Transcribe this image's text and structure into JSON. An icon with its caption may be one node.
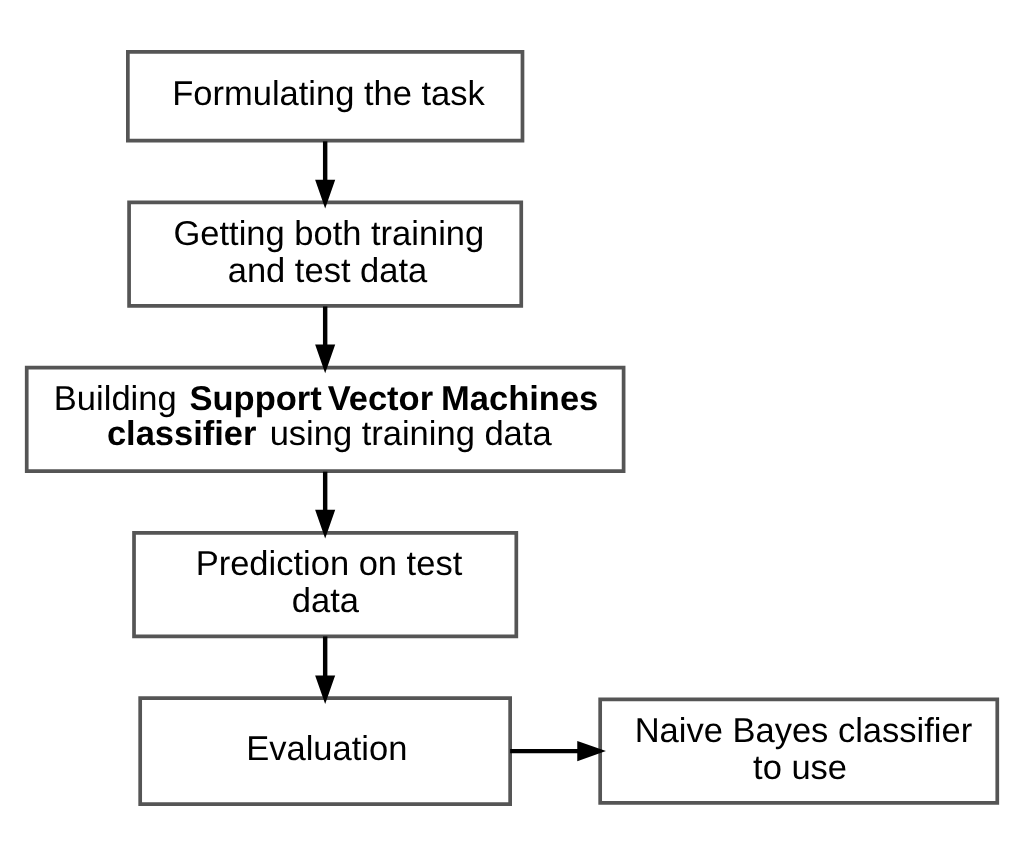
{
  "diagram": {
    "nodes": [
      {
        "text": [
          "Formulating the task"
        ]
      },
      {
        "text": [
          "Getting both training and test data"
        ]
      },
      {
        "text": [
          "Building **Support Vector Machines classifier** using training data"
        ]
      },
      {
        "text": [
          "Prediction on test data"
        ]
      },
      {
        "text": [
          "Evaluation"
        ]
      },
      {
        "text": [
          "Naive Bayes classifier to use"
        ]
      }
    ],
    "edges": [
      {
        "from": 0,
        "to": 1,
        "arrow": "to"
      },
      {
        "from": 1,
        "to": 2,
        "arrow": "to"
      },
      {
        "from": 2,
        "to": 3,
        "arrow": "to"
      },
      {
        "from": 3,
        "to": 4,
        "arrow": "to"
      },
      {
        "from": 4,
        "to": 5,
        "arrow": "to"
      }
    ]
  }
}
